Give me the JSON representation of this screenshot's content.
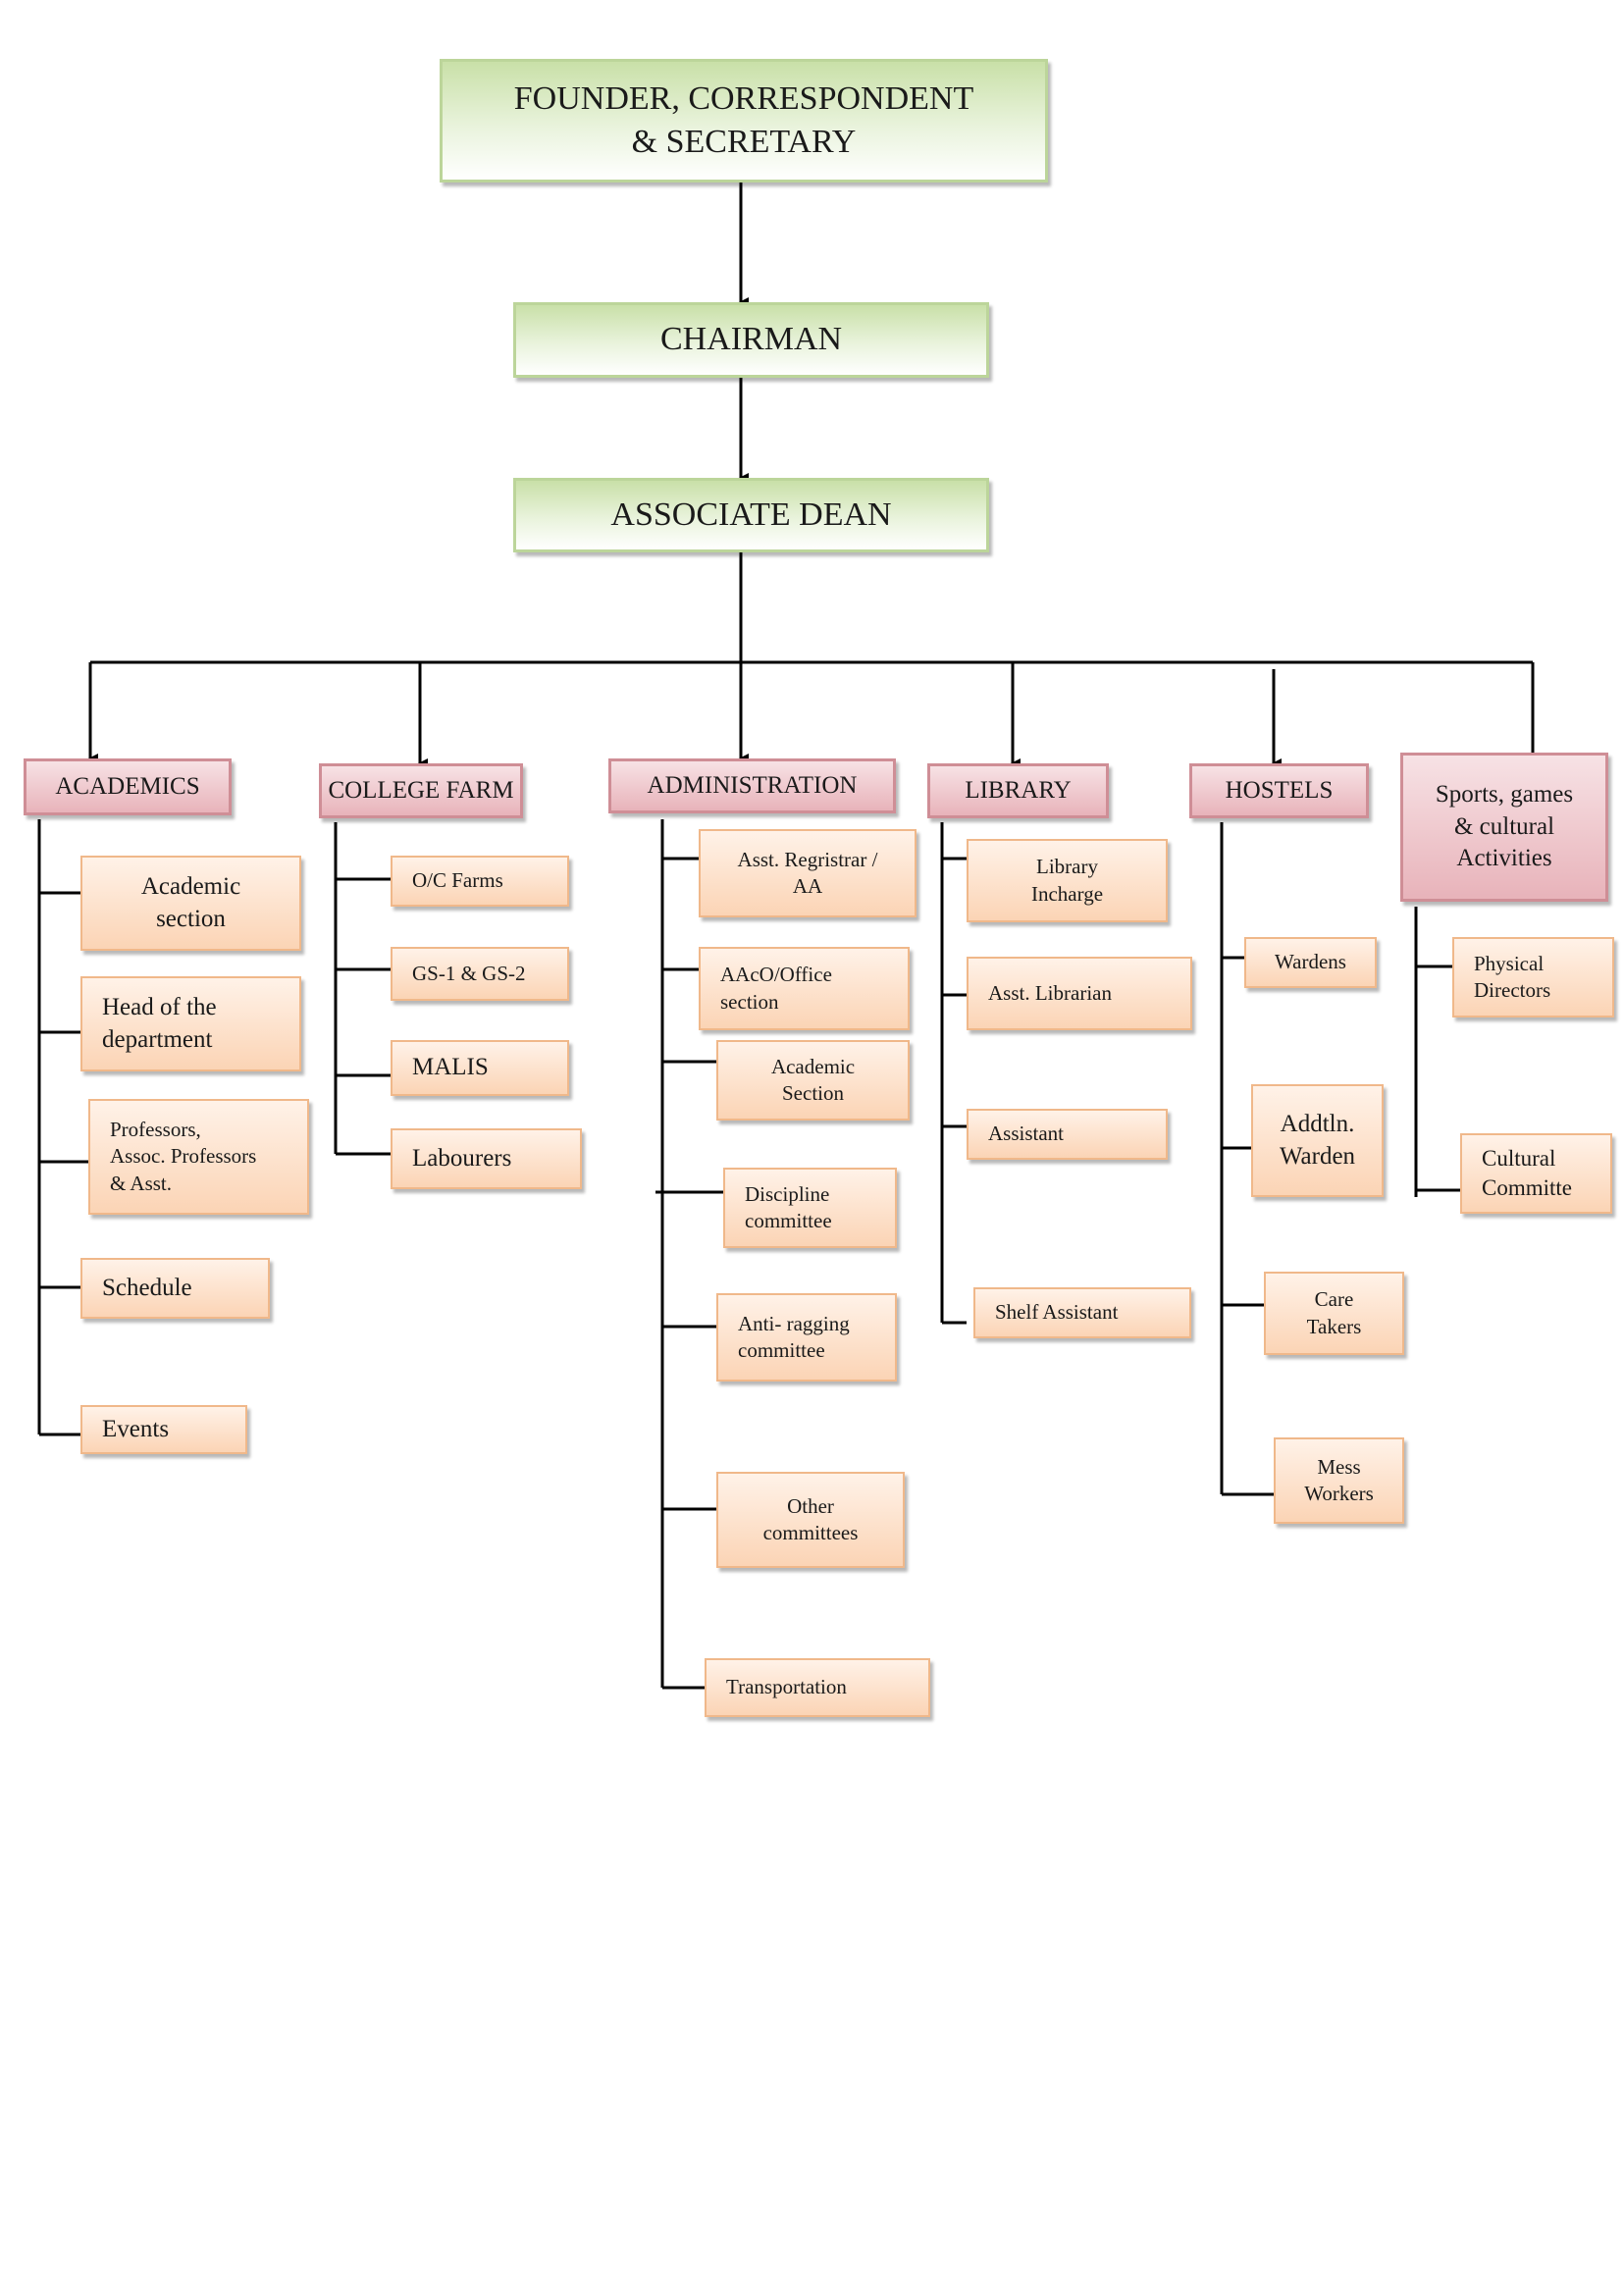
{
  "top": {
    "founder": "FOUNDER, CORRESPONDENT\n&  SECRETARY",
    "chairman": "CHAIRMAN",
    "associate_dean": "ASSOCIATE DEAN"
  },
  "departments": [
    {
      "label": "ACADEMICS",
      "children": [
        "Academic\nsection",
        "Head of the\ndepartment",
        "Professors,\nAssoc. Professors\n& Asst.",
        "Schedule",
        "Events"
      ]
    },
    {
      "label": "COLLEGE FARM",
      "children": [
        "O/C Farms",
        "GS-1 & GS-2",
        "MALIS",
        "Labourers"
      ]
    },
    {
      "label": "ADMINISTRATION",
      "children": [
        "Asst. Regristrar /\nAA",
        "AAcO/Office\nsection",
        "Academic\nSection",
        "Discipline\ncommittee",
        "Anti- ragging\ncommittee",
        "Other\ncommittees",
        "Transportation"
      ]
    },
    {
      "label": "LIBRARY",
      "children": [
        "Library\nIncharge",
        "Asst.  Librarian",
        "Assistant",
        "Shelf   Assistant"
      ]
    },
    {
      "label": "HOSTELS",
      "children": [
        "Wardens",
        "Addtln.\nWarden",
        "Care\nTakers",
        "Mess\nWorkers"
      ]
    },
    {
      "label": "Sports, games\n& cultural\nActivities",
      "children": [
        "Physical\nDirectors",
        "Cultural\nCommitte"
      ]
    }
  ]
}
